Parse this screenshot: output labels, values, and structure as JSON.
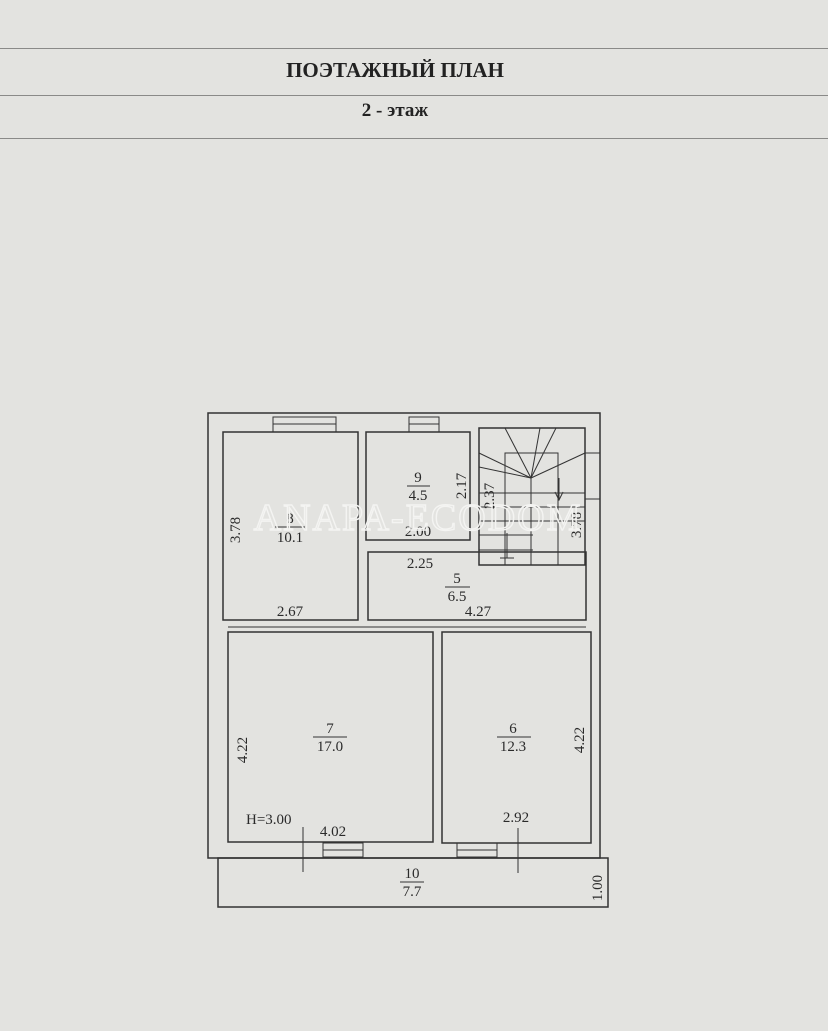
{
  "header": {
    "title": "ПОЭТАЖНЫЙ ПЛАН",
    "subtitle": "2 - этаж"
  },
  "watermark": "ANAPA-ECODOM",
  "ceiling_height": "H=3.00",
  "rooms": [
    {
      "number": "8",
      "area": "10.1"
    },
    {
      "number": "9",
      "area": "4.5"
    },
    {
      "number": "5",
      "area": "6.5"
    },
    {
      "number": "7",
      "area": "17.0"
    },
    {
      "number": "6",
      "area": "12.3"
    },
    {
      "number": "10",
      "area": "7.7"
    }
  ],
  "dimensions": {
    "room8_height": "3.78",
    "room8_width": "2.67",
    "room9_height": "2.17",
    "room9_width": "2.00",
    "stair_height": "2.37",
    "stair_right": "3.78",
    "room5_width_top": "2.25",
    "room5_width_bottom": "4.27",
    "room7_height": "4.22",
    "room7_width": "4.02",
    "room6_height": "4.22",
    "room6_width": "2.92",
    "balcony_depth": "1.00"
  }
}
